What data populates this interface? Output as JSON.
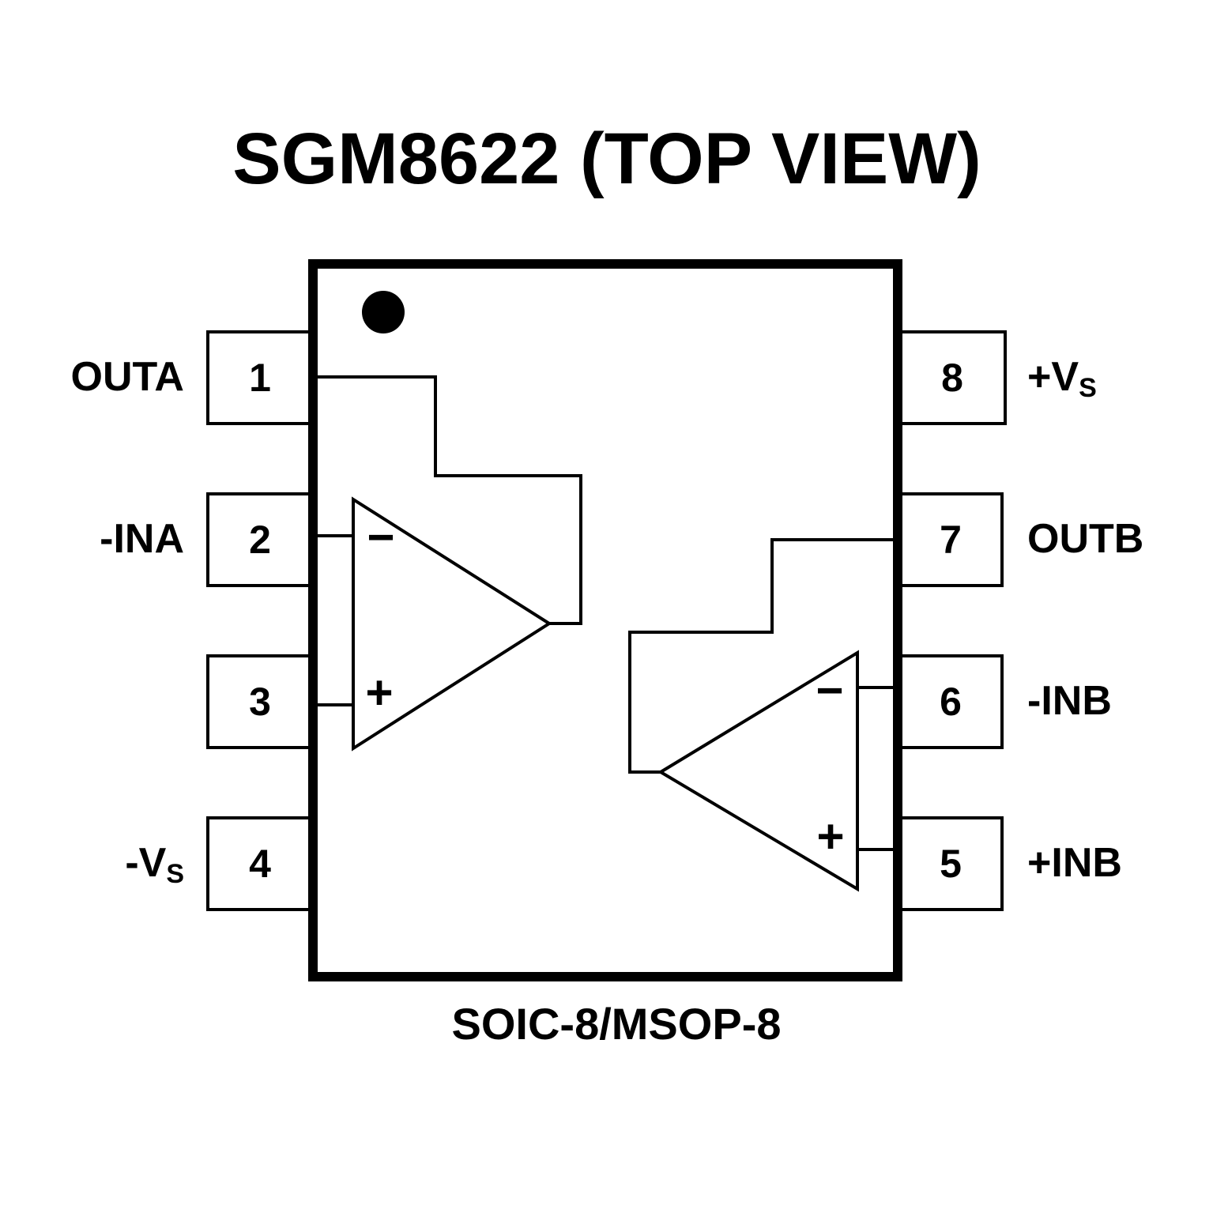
{
  "title": "SGM8622 (TOP VIEW)",
  "package_label": "SOIC-8/MSOP-8",
  "pins": {
    "p1": {
      "number": "1",
      "name": "OUTA"
    },
    "p2": {
      "number": "2",
      "name": "-INA"
    },
    "p3": {
      "number": "3",
      "name": ""
    },
    "p4": {
      "number": "4",
      "name_main": "-V",
      "name_sub": "S"
    },
    "p5": {
      "number": "5",
      "name": "+INB"
    },
    "p6": {
      "number": "6",
      "name": "-INB"
    },
    "p7": {
      "number": "7",
      "name": "OUTB"
    },
    "p8": {
      "number": "8",
      "name_main": "+V",
      "name_sub": "S"
    }
  },
  "opamp_signs": {
    "minus": "−",
    "plus": "+"
  }
}
